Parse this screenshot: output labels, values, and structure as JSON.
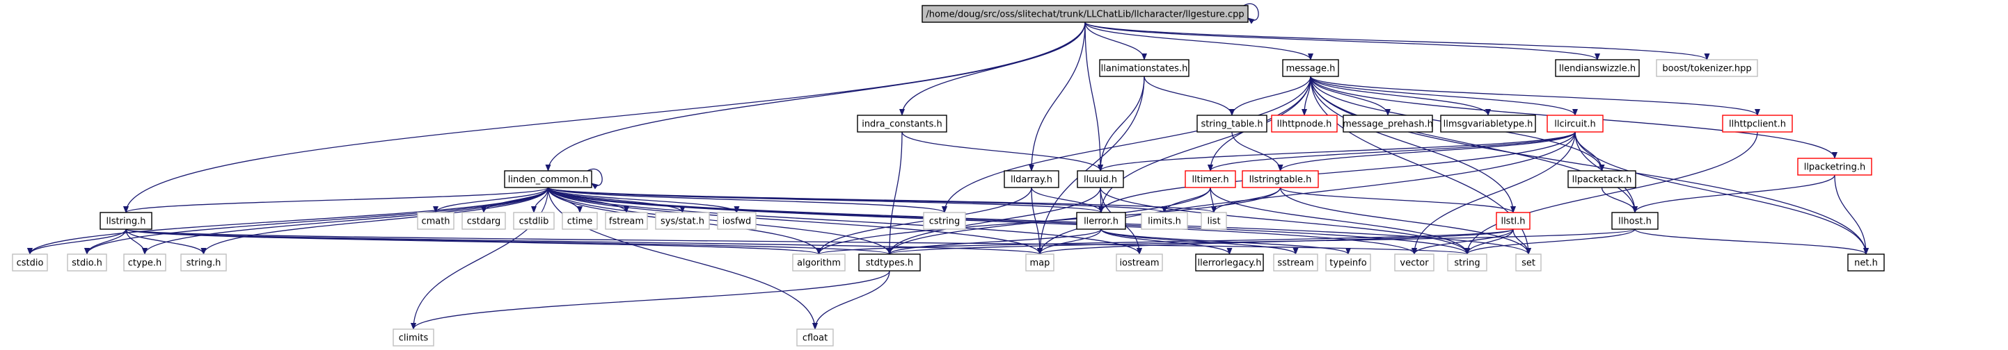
{
  "colors": {
    "edge": "#191970",
    "box_black": "#000000",
    "box_red": "#ff0000",
    "box_gray": "#bfbfbf",
    "root_fill": "#bfbfbf"
  },
  "nodes": [
    {
      "id": "root",
      "label": "/home/doug/src/oss/slitechat/trunk/LLChatLib/llcharacter/llgesture.cpp",
      "style": "root"
    },
    {
      "id": "llanimationstates",
      "label": "llanimationstates.h",
      "style": "black"
    },
    {
      "id": "message",
      "label": "message.h",
      "style": "black"
    },
    {
      "id": "llendianswizzle",
      "label": "llendianswizzle.h",
      "style": "black"
    },
    {
      "id": "boost_tokenizer",
      "label": "boost/tokenizer.hpp",
      "style": "gray"
    },
    {
      "id": "indra_constants",
      "label": "indra_constants.h",
      "style": "black"
    },
    {
      "id": "string_table",
      "label": "string_table.h",
      "style": "black"
    },
    {
      "id": "llhttpnode",
      "label": "llhttpnode.h",
      "style": "red"
    },
    {
      "id": "message_prehash",
      "label": "message_prehash.h",
      "style": "black"
    },
    {
      "id": "llmsgvariabletype",
      "label": "llmsgvariabletype.h",
      "style": "black"
    },
    {
      "id": "llcircuit",
      "label": "llcircuit.h",
      "style": "red"
    },
    {
      "id": "llhttpclient",
      "label": "llhttpclient.h",
      "style": "red"
    },
    {
      "id": "llpacketring",
      "label": "llpacketring.h",
      "style": "red"
    },
    {
      "id": "linden_common",
      "label": "linden_common.h",
      "style": "black"
    },
    {
      "id": "lldarray",
      "label": "lldarray.h",
      "style": "black"
    },
    {
      "id": "lluuid",
      "label": "lluuid.h",
      "style": "black"
    },
    {
      "id": "lltimer",
      "label": "lltimer.h",
      "style": "red"
    },
    {
      "id": "llstringtable",
      "label": "llstringtable.h",
      "style": "red"
    },
    {
      "id": "llpacketack",
      "label": "llpacketack.h",
      "style": "black"
    },
    {
      "id": "llhost",
      "label": "llhost.h",
      "style": "black"
    },
    {
      "id": "llstring",
      "label": "llstring.h",
      "style": "black"
    },
    {
      "id": "cmath",
      "label": "cmath",
      "style": "gray"
    },
    {
      "id": "cstdarg",
      "label": "cstdarg",
      "style": "gray"
    },
    {
      "id": "cstdlib",
      "label": "cstdlib",
      "style": "gray"
    },
    {
      "id": "ctime",
      "label": "ctime",
      "style": "gray"
    },
    {
      "id": "fstream",
      "label": "fstream",
      "style": "gray"
    },
    {
      "id": "sys_stat",
      "label": "sys/stat.h",
      "style": "gray"
    },
    {
      "id": "iosfwd",
      "label": "iosfwd",
      "style": "gray"
    },
    {
      "id": "cstring",
      "label": "cstring",
      "style": "gray"
    },
    {
      "id": "limits_h",
      "label": "limits.h",
      "style": "gray"
    },
    {
      "id": "list",
      "label": "list",
      "style": "gray"
    },
    {
      "id": "llerror",
      "label": "llerror.h",
      "style": "black"
    },
    {
      "id": "llstl",
      "label": "llstl.h",
      "style": "red"
    },
    {
      "id": "cstdio",
      "label": "cstdio",
      "style": "gray"
    },
    {
      "id": "stdio_h",
      "label": "stdio.h",
      "style": "gray"
    },
    {
      "id": "ctype_h",
      "label": "ctype.h",
      "style": "gray"
    },
    {
      "id": "string_h",
      "label": "string.h",
      "style": "gray"
    },
    {
      "id": "algorithm",
      "label": "algorithm",
      "style": "gray"
    },
    {
      "id": "stdtypes",
      "label": "stdtypes.h",
      "style": "black"
    },
    {
      "id": "map",
      "label": "map",
      "style": "gray"
    },
    {
      "id": "iostream",
      "label": "iostream",
      "style": "gray"
    },
    {
      "id": "llerrorlegacy",
      "label": "llerrorlegacy.h",
      "style": "black"
    },
    {
      "id": "sstream",
      "label": "sstream",
      "style": "gray"
    },
    {
      "id": "typeinfo",
      "label": "typeinfo",
      "style": "gray"
    },
    {
      "id": "vector",
      "label": "vector",
      "style": "gray"
    },
    {
      "id": "string",
      "label": "string",
      "style": "gray"
    },
    {
      "id": "set",
      "label": "set",
      "style": "gray"
    },
    {
      "id": "net_h",
      "label": "net.h",
      "style": "black"
    },
    {
      "id": "climits",
      "label": "climits",
      "style": "gray"
    },
    {
      "id": "cfloat",
      "label": "cfloat",
      "style": "gray"
    }
  ],
  "edges": [
    [
      "root",
      "root"
    ],
    [
      "root",
      "llanimationstates"
    ],
    [
      "root",
      "message"
    ],
    [
      "root",
      "llendianswizzle"
    ],
    [
      "root",
      "boost_tokenizer"
    ],
    [
      "root",
      "indra_constants"
    ],
    [
      "root",
      "linden_common"
    ],
    [
      "root",
      "lldarray"
    ],
    [
      "root",
      "lluuid"
    ],
    [
      "root",
      "llstring"
    ],
    [
      "llanimationstates",
      "string_table"
    ],
    [
      "llanimationstates",
      "lluuid"
    ],
    [
      "llanimationstates",
      "map"
    ],
    [
      "message",
      "string_table"
    ],
    [
      "message",
      "llhttpnode"
    ],
    [
      "message",
      "message_prehash"
    ],
    [
      "message",
      "llmsgvariabletype"
    ],
    [
      "message",
      "llcircuit"
    ],
    [
      "message",
      "llhttpclient"
    ],
    [
      "message",
      "llpacketring"
    ],
    [
      "message",
      "cstring"
    ],
    [
      "message",
      "llerror"
    ],
    [
      "message",
      "lltimer"
    ],
    [
      "message",
      "llstl"
    ],
    [
      "message",
      "llpacketack"
    ],
    [
      "message",
      "llhost"
    ],
    [
      "message",
      "set"
    ],
    [
      "message",
      "net_h"
    ],
    [
      "indra_constants",
      "lluuid"
    ],
    [
      "indra_constants",
      "stdtypes"
    ],
    [
      "string_table",
      "llstringtable"
    ],
    [
      "llcircuit",
      "lluuid"
    ],
    [
      "llcircuit",
      "lltimer"
    ],
    [
      "llcircuit",
      "llstringtable"
    ],
    [
      "llcircuit",
      "llerror"
    ],
    [
      "llcircuit",
      "llpacketack"
    ],
    [
      "llcircuit",
      "llhost"
    ],
    [
      "llcircuit",
      "net_h"
    ],
    [
      "llcircuit",
      "map"
    ],
    [
      "llcircuit",
      "vector"
    ],
    [
      "llhttpclient",
      "string"
    ],
    [
      "llpacketring",
      "llhost"
    ],
    [
      "llpacketring",
      "net_h"
    ],
    [
      "linden_common",
      "linden_common"
    ],
    [
      "linden_common",
      "llstring"
    ],
    [
      "linden_common",
      "cmath"
    ],
    [
      "linden_common",
      "cstdarg"
    ],
    [
      "linden_common",
      "cstdlib"
    ],
    [
      "linden_common",
      "ctime"
    ],
    [
      "linden_common",
      "fstream"
    ],
    [
      "linden_common",
      "sys_stat"
    ],
    [
      "linden_common",
      "iosfwd"
    ],
    [
      "linden_common",
      "cstring"
    ],
    [
      "linden_common",
      "limits_h"
    ],
    [
      "linden_common",
      "list"
    ],
    [
      "linden_common",
      "llerror"
    ],
    [
      "linden_common",
      "cstdio"
    ],
    [
      "linden_common",
      "stdio_h"
    ],
    [
      "linden_common",
      "ctype_h"
    ],
    [
      "linden_common",
      "string_h"
    ],
    [
      "linden_common",
      "algorithm"
    ],
    [
      "linden_common",
      "stdtypes"
    ],
    [
      "linden_common",
      "map"
    ],
    [
      "linden_common",
      "iostream"
    ],
    [
      "linden_common",
      "vector"
    ],
    [
      "linden_common",
      "string"
    ],
    [
      "linden_common",
      "set"
    ],
    [
      "linden_common",
      "climits"
    ],
    [
      "linden_common",
      "cfloat"
    ],
    [
      "lldarray",
      "llerror"
    ],
    [
      "lldarray",
      "map"
    ],
    [
      "lldarray",
      "algorithm"
    ],
    [
      "lluuid",
      "stdtypes"
    ],
    [
      "lluuid",
      "iostream"
    ],
    [
      "lluuid",
      "llerror"
    ],
    [
      "lluuid",
      "string"
    ],
    [
      "lltimer",
      "limits_h"
    ],
    [
      "lltimer",
      "list"
    ],
    [
      "lltimer",
      "stdtypes"
    ],
    [
      "lltimer",
      "string"
    ],
    [
      "llstringtable",
      "llstl"
    ],
    [
      "llstringtable",
      "list"
    ],
    [
      "llstringtable",
      "set"
    ],
    [
      "llstringtable",
      "algorithm"
    ],
    [
      "llpacketack",
      "llhost"
    ],
    [
      "llhost",
      "net_h"
    ],
    [
      "llhost",
      "string"
    ],
    [
      "llhost",
      "stdtypes"
    ],
    [
      "llstring",
      "cstdio"
    ],
    [
      "llstring",
      "stdio_h"
    ],
    [
      "llstring",
      "ctype_h"
    ],
    [
      "llstring",
      "string_h"
    ],
    [
      "llstring",
      "algorithm"
    ],
    [
      "llstring",
      "stdtypes"
    ],
    [
      "llstring",
      "map"
    ],
    [
      "llstring",
      "string"
    ],
    [
      "llerror",
      "stdtypes"
    ],
    [
      "llerror",
      "llerrorlegacy"
    ],
    [
      "llerror",
      "sstream"
    ],
    [
      "llerror",
      "typeinfo"
    ],
    [
      "llerror",
      "map"
    ],
    [
      "llstl",
      "map"
    ],
    [
      "llstl",
      "vector"
    ],
    [
      "llstl",
      "set"
    ],
    [
      "llstl",
      "string"
    ],
    [
      "llstl",
      "algorithm"
    ],
    [
      "stdtypes",
      "climits"
    ],
    [
      "stdtypes",
      "cfloat"
    ]
  ]
}
